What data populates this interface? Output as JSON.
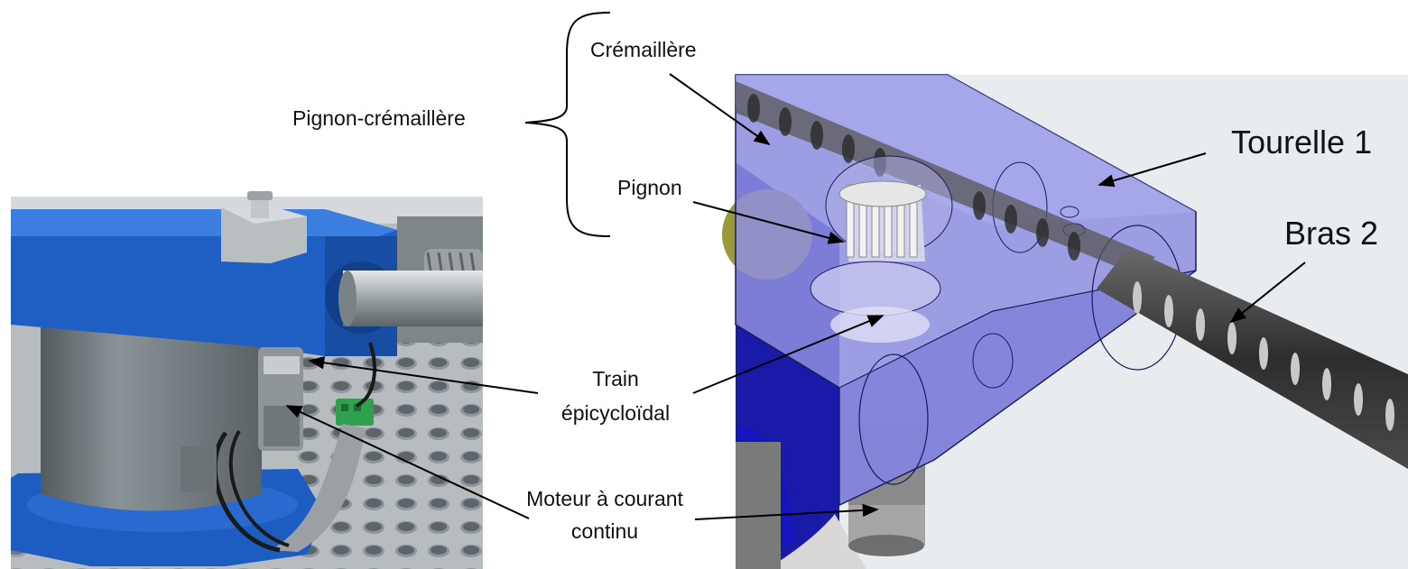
{
  "labels": {
    "pignon_cremaillere": "Pignon-crémaillère",
    "cremaillere": "Crémaillère",
    "pignon": "Pignon",
    "tourelle_1": "Tourelle 1",
    "bras_2": "Bras 2",
    "train_line1": "Train",
    "train_line2": "épicycloïdal",
    "moteur_line1": "Moteur à courant",
    "moteur_line2": "continu"
  },
  "colors": {
    "photo_blue": "#1f5fc4",
    "motor_grey": "#6f787c",
    "plate_silver": "#c9cdd0",
    "transparent_body": "#8f8fe0",
    "cad_dark_blue": "#1a1aa8",
    "rack_dark": "#3b3b3b"
  }
}
